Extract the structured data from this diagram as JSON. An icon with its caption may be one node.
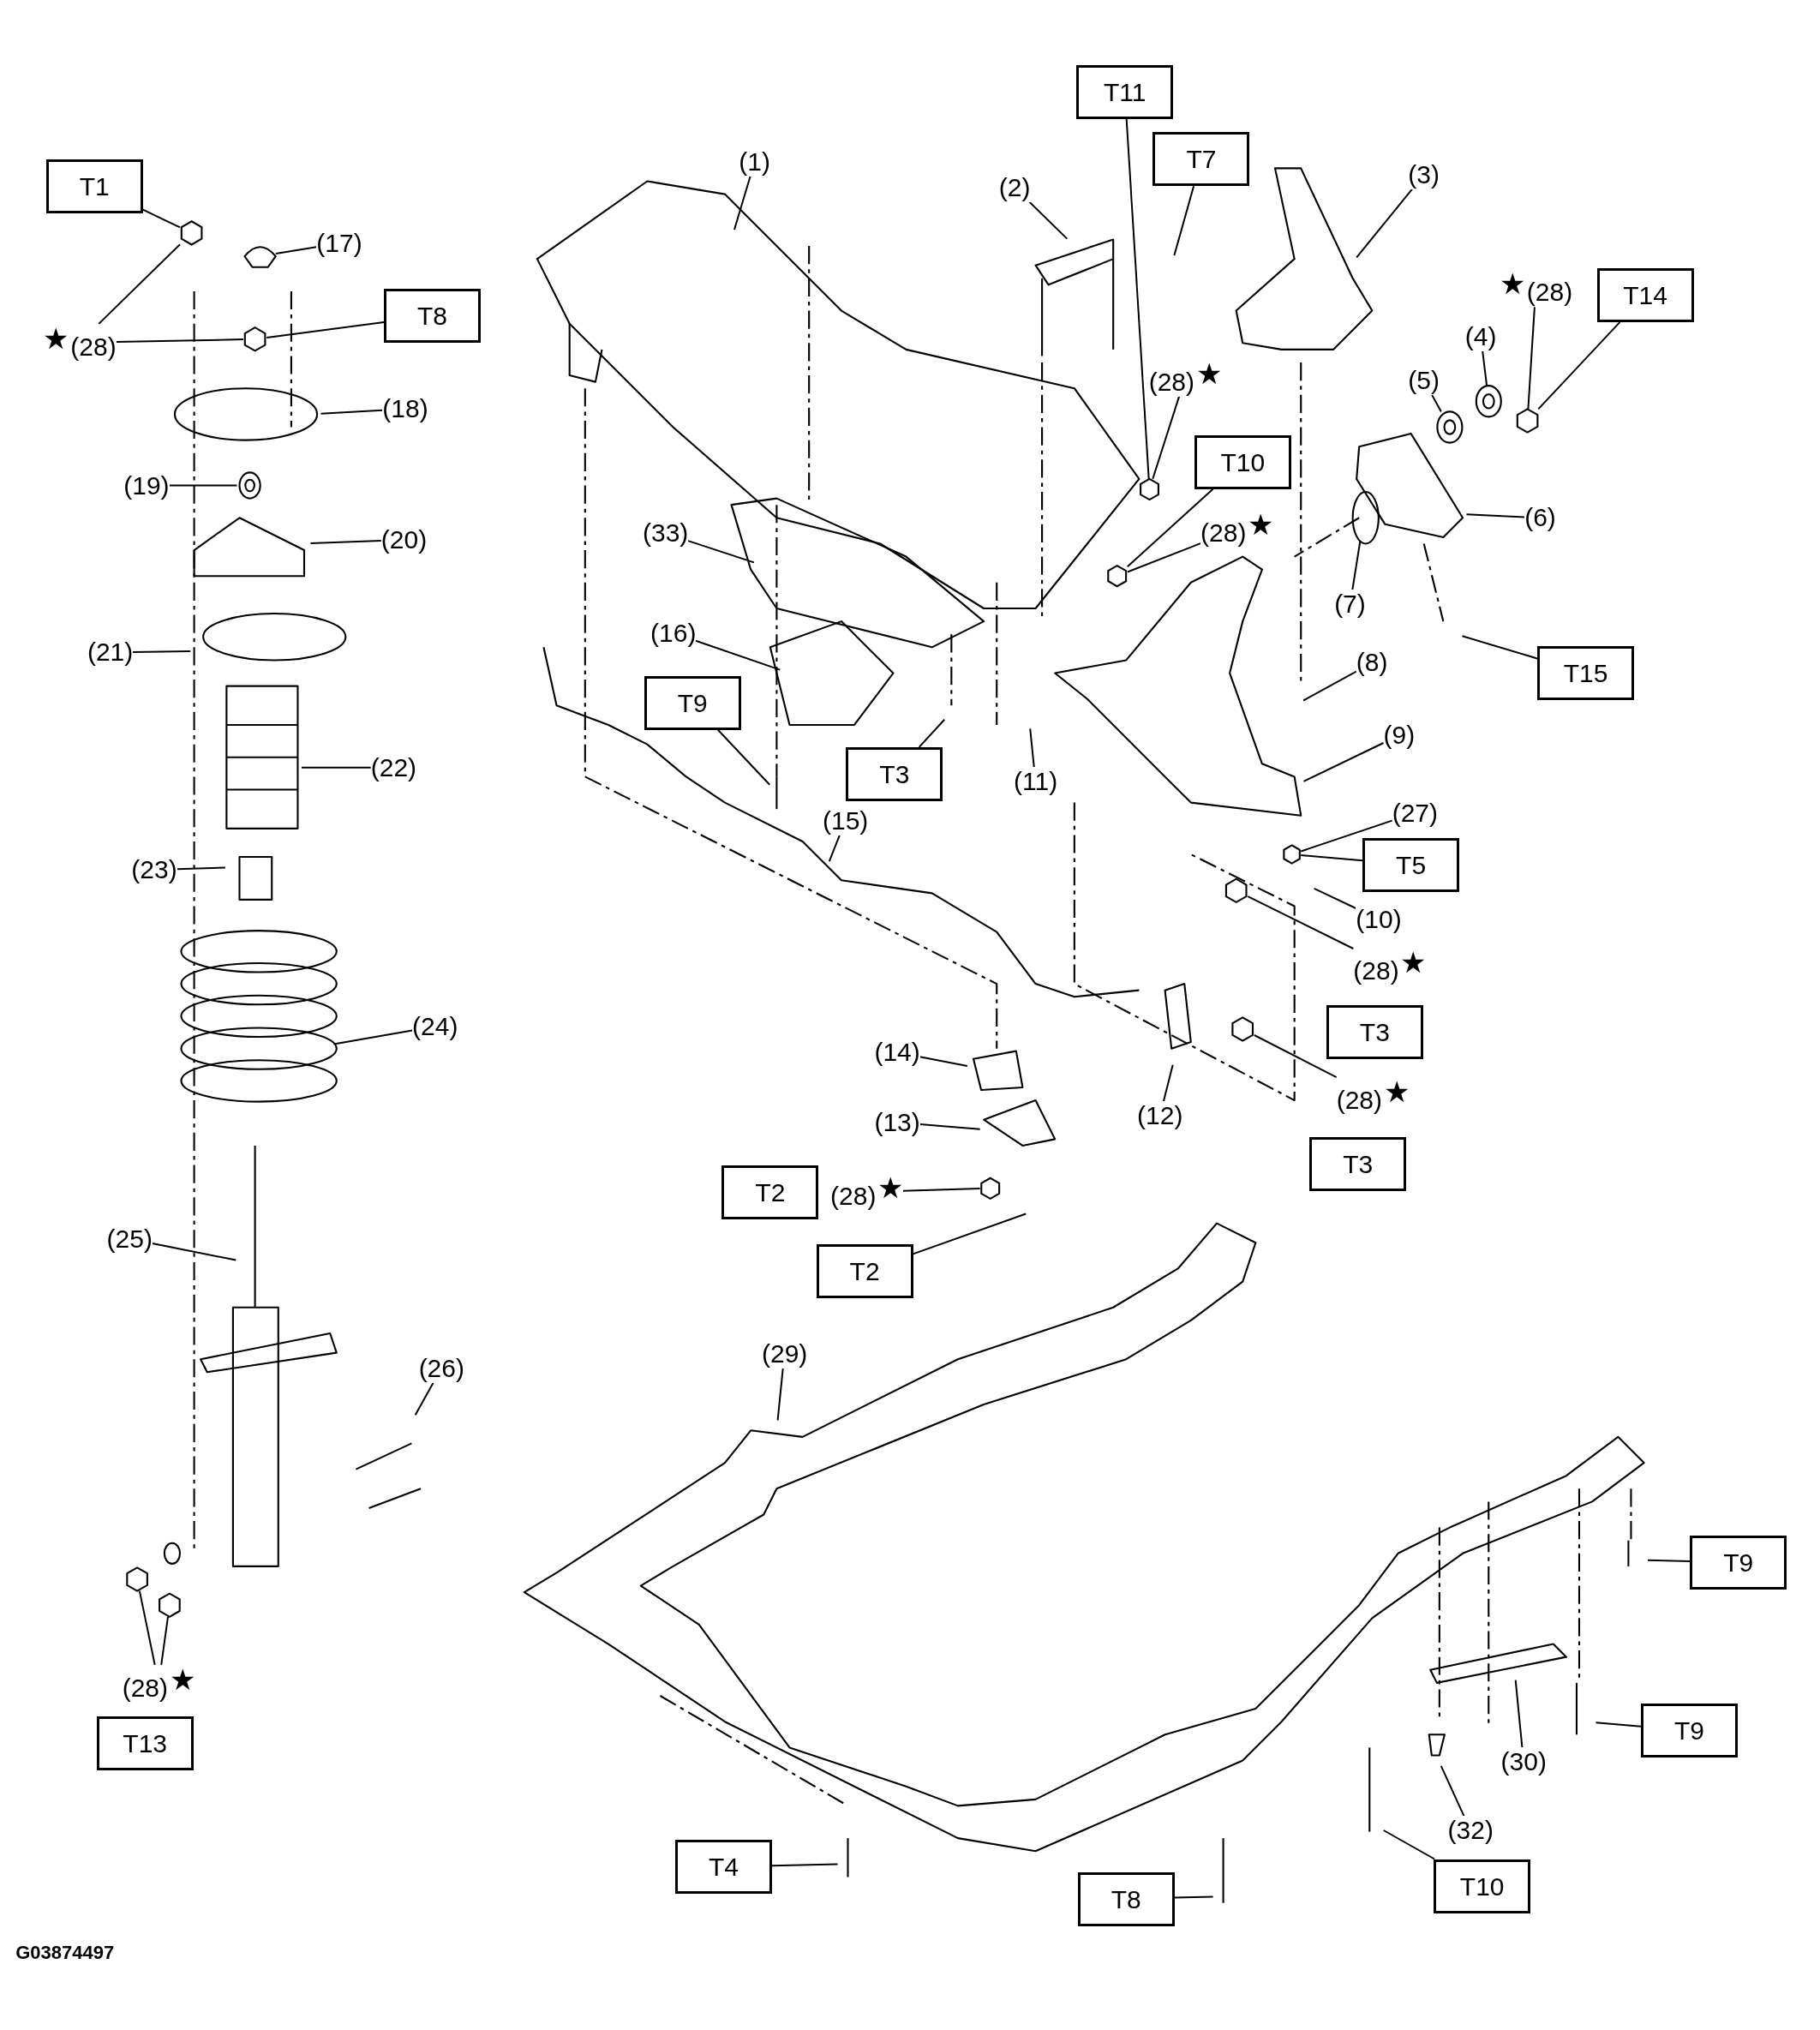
{
  "diagram": {
    "nodes": [
      {
        "text": [
          "T11"
        ]
      },
      {
        "text": [
          "T7"
        ]
      },
      {
        "text": [
          "(1)"
        ]
      },
      {
        "text": [
          "T1"
        ]
      },
      {
        "text": [
          "(3)"
        ]
      },
      {
        "text": [
          "(2)"
        ]
      },
      {
        "text": [
          "(17)"
        ]
      },
      {
        "text": [
          "(28)"
        ],
        "beside": [
          "★"
        ]
      },
      {
        "text": [
          "T14"
        ]
      },
      {
        "text": [
          "T8"
        ]
      },
      {
        "text": [
          "(28)"
        ],
        "beside": [
          "★"
        ]
      },
      {
        "text": [
          "(4)"
        ]
      },
      {
        "text": [
          "(5)"
        ]
      },
      {
        "text": [
          "(28)"
        ],
        "beside": [
          "★"
        ]
      },
      {
        "text": [
          "(18)"
        ]
      },
      {
        "text": [
          "T10"
        ]
      },
      {
        "text": [
          "(19)"
        ]
      },
      {
        "text": [
          "(6)"
        ]
      },
      {
        "text": [
          "(28)"
        ],
        "beside": [
          "★"
        ]
      },
      {
        "text": [
          "(33)"
        ]
      },
      {
        "text": [
          "(20)"
        ]
      },
      {
        "text": [
          "(7)"
        ]
      },
      {
        "text": [
          "(16)"
        ]
      },
      {
        "text": [
          "T15"
        ]
      },
      {
        "text": [
          "(21)"
        ]
      },
      {
        "text": [
          "(8)"
        ]
      },
      {
        "text": [
          "T9"
        ]
      },
      {
        "text": [
          "(9)"
        ]
      },
      {
        "text": [
          "T3"
        ]
      },
      {
        "text": [
          "(22)"
        ]
      },
      {
        "text": [
          "(11)"
        ]
      },
      {
        "text": [
          "(27)"
        ]
      },
      {
        "text": [
          "(15)"
        ]
      },
      {
        "text": [
          "T5"
        ]
      },
      {
        "text": [
          "(23)"
        ]
      },
      {
        "text": [
          "(10)"
        ]
      },
      {
        "text": [
          "(28)"
        ],
        "beside": [
          "★"
        ]
      },
      {
        "text": [
          "T3"
        ]
      },
      {
        "text": [
          "(24)"
        ]
      },
      {
        "text": [
          "(14)"
        ]
      },
      {
        "text": [
          "(28)"
        ],
        "beside": [
          "★"
        ]
      },
      {
        "text": [
          "(12)"
        ]
      },
      {
        "text": [
          "(13)"
        ]
      },
      {
        "text": [
          "T3"
        ]
      },
      {
        "text": [
          "T2"
        ]
      },
      {
        "text": [
          "(28)"
        ],
        "beside": [
          "★"
        ]
      },
      {
        "text": [
          "(25)"
        ]
      },
      {
        "text": [
          "T2"
        ]
      },
      {
        "text": [
          "(29)"
        ]
      },
      {
        "text": [
          "(26)"
        ]
      },
      {
        "text": [
          "T9"
        ]
      },
      {
        "text": [
          "(28)"
        ],
        "beside": [
          "★"
        ]
      },
      {
        "text": [
          "T13"
        ]
      },
      {
        "text": [
          "T9"
        ]
      },
      {
        "text": [
          "(30)"
        ]
      },
      {
        "text": [
          "(32)"
        ]
      },
      {
        "text": [
          "T4"
        ]
      },
      {
        "text": [
          "T10"
        ]
      },
      {
        "text": [
          "T8"
        ]
      },
      {
        "text": [],
        "shape": "nut"
      },
      {
        "text": [],
        "shape": "cap"
      },
      {
        "text": [],
        "shape": "nut"
      },
      {
        "text": [],
        "shape": "washer"
      },
      {
        "text": [],
        "shape": "nut"
      },
      {
        "text": [],
        "shape": "washer"
      },
      {
        "text": [],
        "shape": "washer"
      },
      {
        "text": [],
        "shape": "nut"
      },
      {
        "text": [],
        "shape": "nut"
      },
      {
        "text": [],
        "shape": "nut"
      },
      {
        "text": [],
        "shape": "nut"
      },
      {
        "text": [],
        "shape": "nut"
      },
      {
        "text": [],
        "shape": "nut"
      },
      {
        "text": [],
        "shape": "nut"
      },
      {
        "text": [],
        "shape": "nut"
      }
    ],
    "edges": [
      {
        "from": 0,
        "to": 66,
        "arrow": "none"
      },
      {
        "from": 1,
        "to": null,
        "arrow": "none"
      },
      {
        "from": 2,
        "to": null,
        "arrow": "none"
      },
      {
        "from": 3,
        "to": 59,
        "arrow": "none"
      },
      {
        "from": 4,
        "to": null,
        "arrow": "none"
      },
      {
        "from": 5,
        "to": null,
        "arrow": "none"
      },
      {
        "from": 6,
        "to": 60,
        "arrow": "none"
      },
      {
        "from": 7,
        "to": 63,
        "arrow": "none"
      },
      {
        "from": 8,
        "to": 63,
        "arrow": "none"
      },
      {
        "from": 9,
        "to": 61,
        "arrow": "none"
      },
      {
        "from": 10,
        "to": 59,
        "arrow": "none"
      },
      {
        "from": 10,
        "to": 61,
        "arrow": "none"
      },
      {
        "from": 11,
        "to": 64,
        "arrow": "none"
      },
      {
        "from": 12,
        "to": 65,
        "arrow": "none"
      },
      {
        "from": 13,
        "to": 66,
        "arrow": "none"
      },
      {
        "from": 14,
        "to": null,
        "arrow": "none"
      },
      {
        "from": 15,
        "to": 67,
        "arrow": "none"
      },
      {
        "from": 16,
        "to": 62,
        "arrow": "none"
      },
      {
        "from": 17,
        "to": null,
        "arrow": "none"
      },
      {
        "from": 18,
        "to": 67,
        "arrow": "none"
      },
      {
        "from": 19,
        "to": null,
        "arrow": "none"
      },
      {
        "from": 20,
        "to": null,
        "arrow": "none"
      },
      {
        "from": 21,
        "to": null,
        "arrow": "none"
      },
      {
        "from": 22,
        "to": null,
        "arrow": "none"
      },
      {
        "from": 23,
        "to": null,
        "arrow": "none"
      },
      {
        "from": 24,
        "to": null,
        "arrow": "none"
      },
      {
        "from": 25,
        "to": null,
        "arrow": "none"
      },
      {
        "from": 26,
        "to": null,
        "arrow": "none"
      },
      {
        "from": 27,
        "to": null,
        "arrow": "none"
      },
      {
        "from": 28,
        "to": null,
        "arrow": "none"
      },
      {
        "from": 29,
        "to": null,
        "arrow": "none"
      },
      {
        "from": 30,
        "to": null,
        "arrow": "none"
      },
      {
        "from": 31,
        "to": 68,
        "arrow": "none"
      },
      {
        "from": 32,
        "to": null,
        "arrow": "none"
      },
      {
        "from": 33,
        "to": 68,
        "arrow": "none"
      },
      {
        "from": 34,
        "to": null,
        "arrow": "none"
      },
      {
        "from": 35,
        "to": null,
        "arrow": "none"
      },
      {
        "from": 36,
        "to": 69,
        "arrow": "none"
      },
      {
        "from": 38,
        "to": null,
        "arrow": "none"
      },
      {
        "from": 39,
        "to": null,
        "arrow": "none"
      },
      {
        "from": 40,
        "to": 70,
        "arrow": "none"
      },
      {
        "from": 41,
        "to": null,
        "arrow": "none"
      },
      {
        "from": 42,
        "to": null,
        "arrow": "none"
      },
      {
        "from": 45,
        "to": 71,
        "arrow": "none"
      },
      {
        "from": 46,
        "to": null,
        "arrow": "none"
      },
      {
        "from": 47,
        "to": null,
        "arrow": "none"
      },
      {
        "from": 48,
        "to": null,
        "arrow": "none"
      },
      {
        "from": 49,
        "to": null,
        "arrow": "none"
      },
      {
        "from": 50,
        "to": null,
        "arrow": "none"
      },
      {
        "from": 51,
        "to": 72,
        "arrow": "none"
      },
      {
        "from": 51,
        "to": 73,
        "arrow": "none"
      },
      {
        "from": 53,
        "to": null,
        "arrow": "none"
      },
      {
        "from": 54,
        "to": null,
        "arrow": "none"
      },
      {
        "from": 55,
        "to": null,
        "arrow": "none"
      },
      {
        "from": 56,
        "to": null,
        "arrow": "none"
      },
      {
        "from": 57,
        "to": null,
        "arrow": "none"
      },
      {
        "from": 58,
        "to": null,
        "arrow": "none"
      }
    ],
    "labels": [
      "G03874497"
    ]
  }
}
